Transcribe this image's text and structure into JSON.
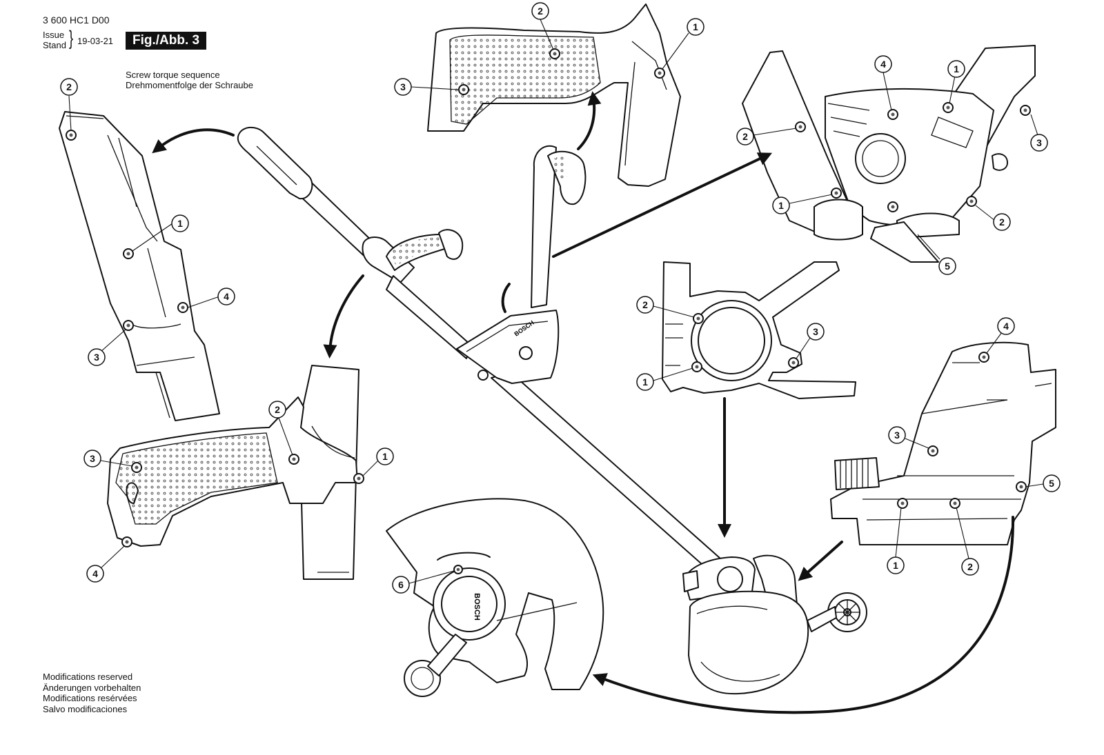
{
  "header": {
    "part_number": "3 600 HC1 D00",
    "issue_label": "Issue Stand",
    "issue_date": "19-03-21",
    "figure_label": "Fig./Abb. 3"
  },
  "caption": {
    "torque_en": "Screw torque sequence",
    "torque_de": "Drehmomentfolge der Schraube"
  },
  "footer": {
    "mod_en": "Modifications reserved",
    "mod_de": "Änderungen vorbehalten",
    "mod_fr": "Modifications resérvées",
    "mod_es": "Salvo modificaciones"
  },
  "brand_mark": "BOSCH",
  "callouts": {
    "shaft_cover": [
      "2",
      "1",
      "4",
      "3"
    ],
    "upper_grip": [
      "2",
      "1",
      "3"
    ],
    "lower_grip": [
      "2",
      "1",
      "3",
      "4"
    ],
    "handle_clamp": [
      "4",
      "1",
      "2",
      "3",
      "1",
      "2",
      "5"
    ],
    "motor_mount": [
      "2",
      "3",
      "1"
    ],
    "motor_housing": [
      "4",
      "3",
      "5",
      "1",
      "2"
    ],
    "guard": [
      "6"
    ]
  }
}
